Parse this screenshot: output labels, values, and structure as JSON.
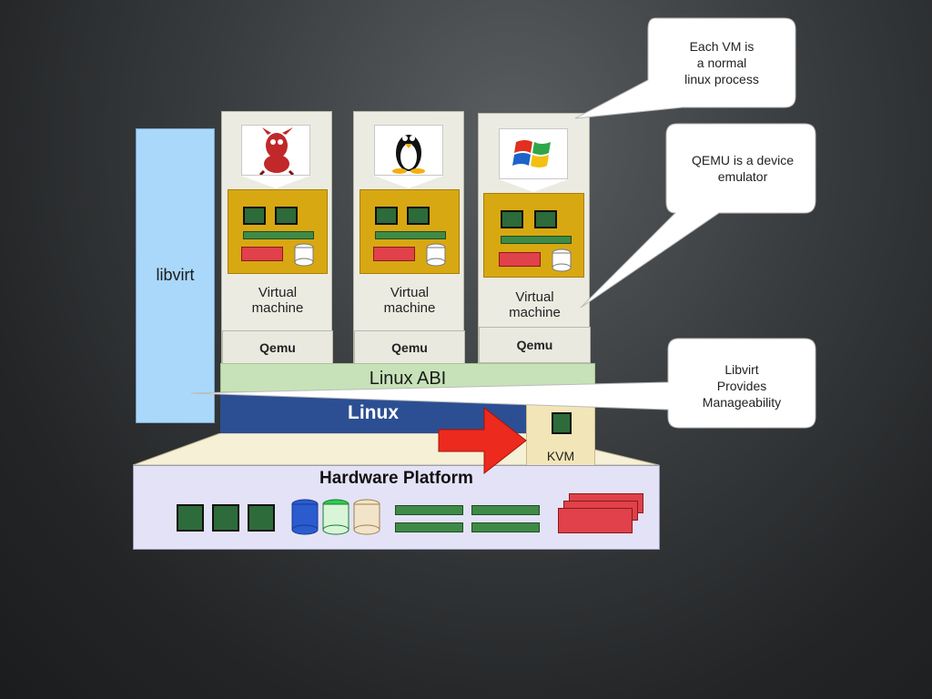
{
  "diagram": {
    "libvirt_label": "libvirt",
    "vms": [
      {
        "os_icon": "freebsd-daemon-icon",
        "label_line1": "Virtual",
        "label_line2": "machine",
        "qemu_label": "Qemu"
      },
      {
        "os_icon": "linux-tux-icon",
        "label_line1": "Virtual",
        "label_line2": "machine",
        "qemu_label": "Qemu"
      },
      {
        "os_icon": "windows-logo-icon",
        "label_line1": "Virtual",
        "label_line2": "machine",
        "qemu_label": "Qemu"
      }
    ],
    "linux_abi_label": "Linux ABI",
    "linux_label": "Linux",
    "kvm_label": "KVM",
    "hardware_label": "Hardware Platform",
    "callouts": {
      "vm_process": [
        "Each VM is",
        "a normal",
        "linux process"
      ],
      "qemu": [
        "QEMU is a device",
        "emulator"
      ],
      "libvirt": [
        "Libvirt",
        "Provides",
        "Manageability"
      ]
    },
    "colors": {
      "libvirt": "#aad8fb",
      "hw_box": "#d8a812",
      "linux_abi": "#c7e2b8",
      "linux": "#2c4f93",
      "kvm": "#f2e6b8",
      "hardware": "#e4e2f6",
      "arrow": "#ec2a1d"
    }
  }
}
